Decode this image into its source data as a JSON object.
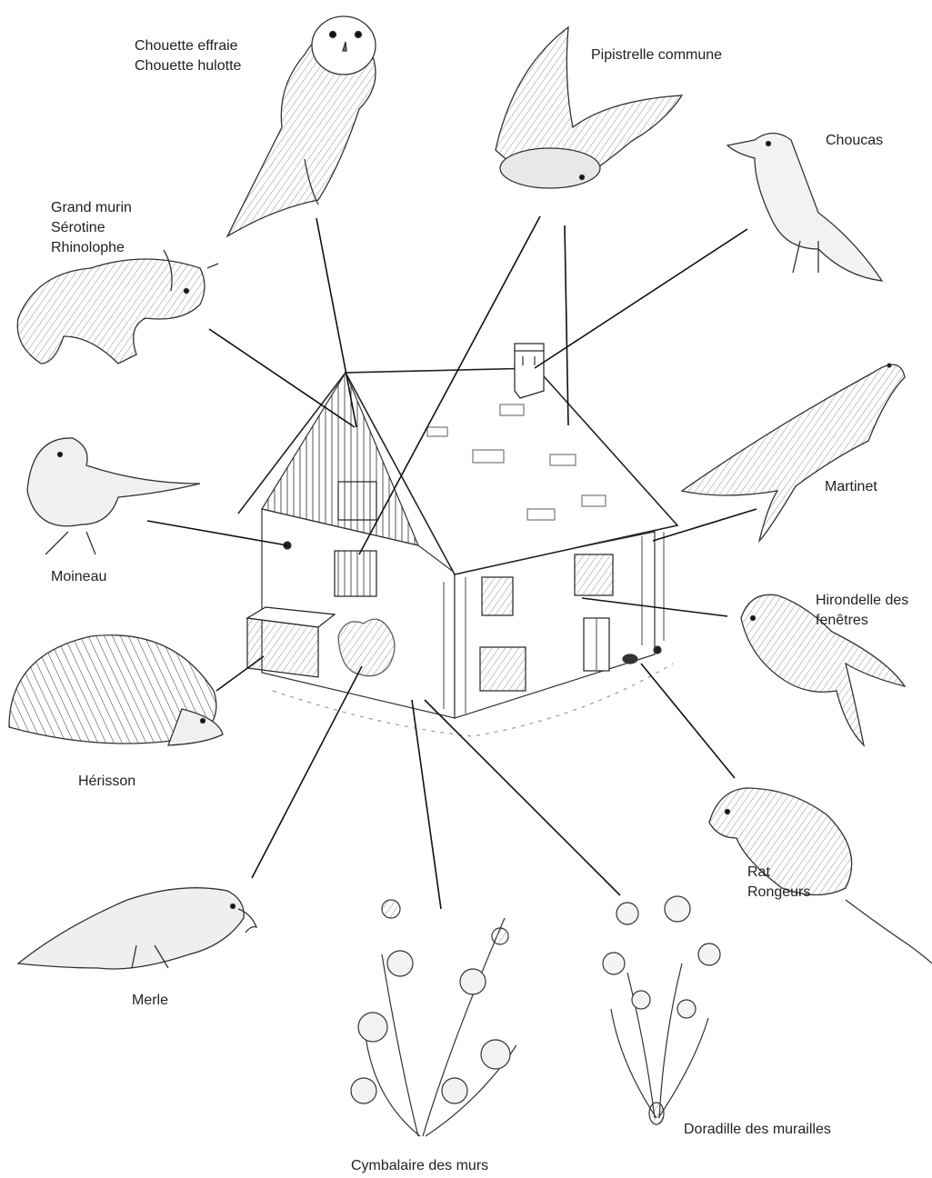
{
  "labels": {
    "owls": [
      "Chouette effraie",
      "Chouette hulotte"
    ],
    "pipistrelle": "Pipistrelle commune",
    "choucas": "Choucas",
    "bats": [
      "Grand murin",
      "Sérotine",
      "Rhinolophe"
    ],
    "martinet": "Martinet",
    "moineau": "Moineau",
    "hirondelle": [
      "Hirondelle des",
      "fenêtres"
    ],
    "herisson": "Hérisson",
    "rats": [
      "Rat",
      "Rongeurs"
    ],
    "merle": "Merle",
    "doradille": "Doradille des murailles",
    "cymbalaire": "Cymbalaire des murs"
  },
  "colors": {
    "line": "#111111",
    "sketch": "#555555",
    "shade": "#bdbdbd",
    "paper": "#ffffff"
  },
  "illustrations": [
    "barn-owl-drawing",
    "pipistrelle-bat-drawing",
    "jackdaw-drawing",
    "greater-mouse-eared-bat-drawing",
    "swift-drawing",
    "sparrow-drawing",
    "house-martin-drawing",
    "hedgehog-drawing",
    "rat-drawing",
    "blackbird-drawing",
    "wall-rue-fern-drawing",
    "ivy-leaved-toadflax-drawing",
    "house-drawing"
  ]
}
